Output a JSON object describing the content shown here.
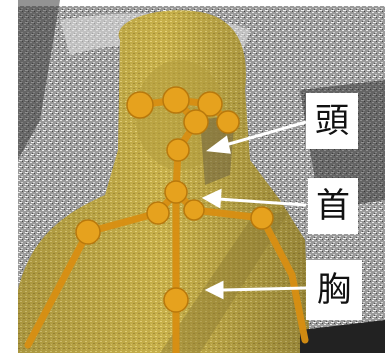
{
  "labels": {
    "head": "頭",
    "neck": "首",
    "chest": "胸"
  },
  "colors": {
    "joint": "#e6a21e",
    "bone": "#d98f12",
    "body_point_cloud": "#c9b24a",
    "background_point_cloud": "#8a8a8a",
    "arrow": "#ffffff"
  }
}
